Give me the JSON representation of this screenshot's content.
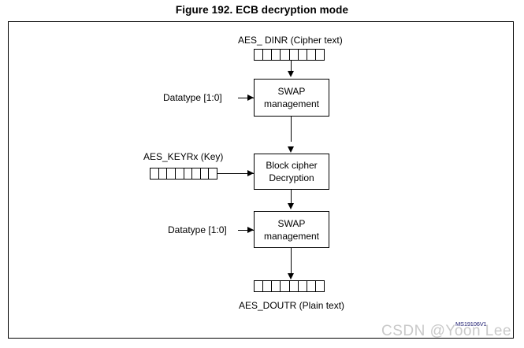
{
  "figure": {
    "title": "Figure 192. ECB decryption mode",
    "reference_code": "MS19106V1"
  },
  "watermark": {
    "text": "CSDN @Yoon Lee"
  },
  "diagram": {
    "type": "block-flow-diagram",
    "input_register": {
      "label": "AES_ DINR (Cipher text)",
      "cells": 8
    },
    "key_register": {
      "label": "AES_KEYRx (Key)",
      "cells": 8
    },
    "output_register": {
      "label": "AES_DOUTR (Plain text)",
      "cells": 8
    },
    "blocks": [
      {
        "line1": "SWAP",
        "line2": "management"
      },
      {
        "line1": "Block cipher",
        "line2": "Decryption"
      },
      {
        "line1": "SWAP",
        "line2": "management"
      }
    ],
    "side_inputs": [
      {
        "label": "Datatype [1:0]"
      },
      {
        "label": "Datatype [1:0]"
      }
    ]
  }
}
